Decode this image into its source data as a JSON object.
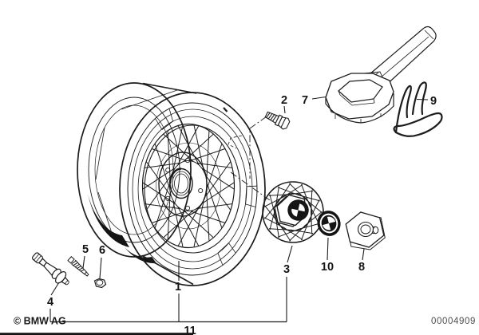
{
  "diagram": {
    "callouts": {
      "c1": "1",
      "c2": "2",
      "c3": "3",
      "c4": "4",
      "c5": "5",
      "c6": "6",
      "c7": "7",
      "c8": "8",
      "c9": "9",
      "c10": "10",
      "c11": "11"
    },
    "icons": {
      "wheel": "cross-spoke-alloy-wheel",
      "lug_bolt": "lug-bolt",
      "hub_cap": "cross-spoke-hub-cap",
      "valve": "tire-valve-stem",
      "valve_core": "valve-core",
      "valve_cap": "valve-cap",
      "wrench": "hub-cap-wrench",
      "nut": "hex-nut",
      "clip": "spring-clip",
      "emblem": "bmw-roundel-emblem"
    }
  },
  "footer": {
    "copyright": "© BMW AG",
    "document_number": "00004909"
  },
  "colors": {
    "line": "#1c1c1c",
    "muted_text": "#4f4f4f",
    "background": "#ffffff"
  }
}
